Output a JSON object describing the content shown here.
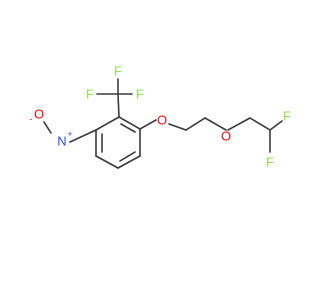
{
  "atoms": {
    "f_cf3_top_left": {
      "symbol": "F"
    },
    "f_cf3_top_right": {
      "symbol": "F"
    },
    "f_cf3_right": {
      "symbol": "F"
    },
    "o_nitro_top": {
      "symbol": "O"
    },
    "o_nitro_top_charge": {
      "symbol": "-"
    },
    "n_nitro": {
      "symbol": "N"
    },
    "n_nitro_charge": {
      "symbol": "+"
    },
    "o_ether_1": {
      "symbol": "O"
    },
    "o_ether_2": {
      "symbol": "O"
    },
    "f_chf2_top": {
      "symbol": "F"
    },
    "f_chf2_bottom": {
      "symbol": "F"
    }
  },
  "colors": {
    "bond": "#3a3a3a",
    "oxygen": "#ff0d0d",
    "nitrogen": "#3050f8",
    "fluorine": "#90e050",
    "carbon_label": "#3a3a3a"
  }
}
